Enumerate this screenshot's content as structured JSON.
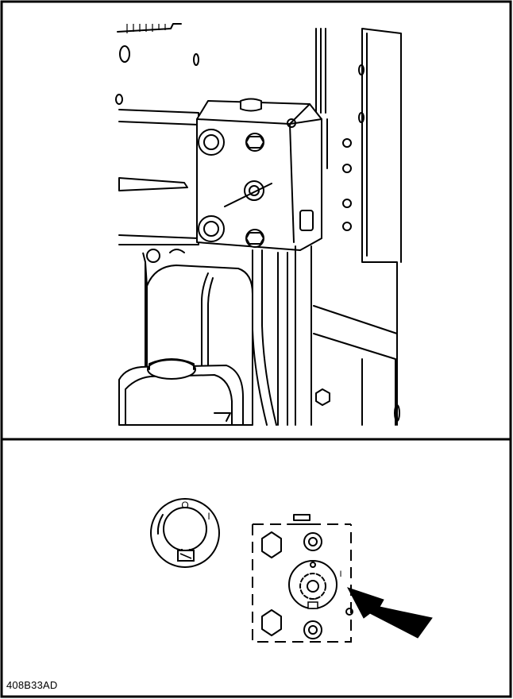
{
  "figure": {
    "code": "408B33AD",
    "switch_symbols": {
      "on": "I",
      "off": "O"
    }
  },
  "colors": {
    "line": "#000000",
    "background": "#ffffff"
  },
  "icons": [
    "battery-icon",
    "arrow-icon"
  ]
}
